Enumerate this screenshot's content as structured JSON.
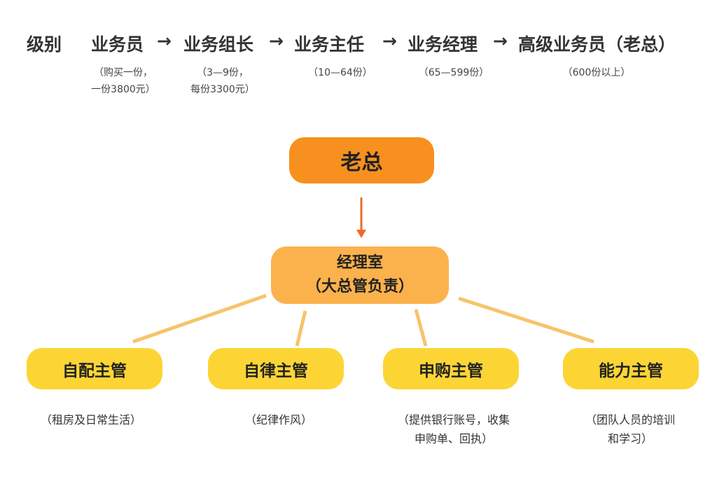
{
  "header": {
    "label": "级别",
    "levels": [
      {
        "name": "业务员",
        "note1": "（购买一份，",
        "note2": "一份3800元）"
      },
      {
        "name": "业务组长",
        "note1": "（3—9份，",
        "note2": "每份3300元）"
      },
      {
        "name": "业务主任",
        "note1": "（10—64份）"
      },
      {
        "name": "业务经理",
        "note1": "（65—599份）"
      },
      {
        "name": "高级业务员（老总）",
        "note1": "（600份以上）"
      }
    ],
    "arrow": "→"
  },
  "org": {
    "top": "老总",
    "middle_line1": "经理室",
    "middle_line2": "（大总管负责）",
    "supervisors": [
      {
        "name": "自配主管",
        "desc1": "（租房及日常生活）"
      },
      {
        "name": "自律主管",
        "desc1": "（纪律作风）"
      },
      {
        "name": "申购主管",
        "desc1": "（提供银行账号，收集",
        "desc2": "申购单、回执）"
      },
      {
        "name": "能力主管",
        "desc1": "（团队人员的培训",
        "desc2": "和学习）"
      }
    ]
  },
  "colors": {
    "top": "#f7901e",
    "middle": "#fbb24c",
    "bottom": "#fcd535",
    "arrow": "#ee6a2b",
    "line": "#f6c46a"
  }
}
